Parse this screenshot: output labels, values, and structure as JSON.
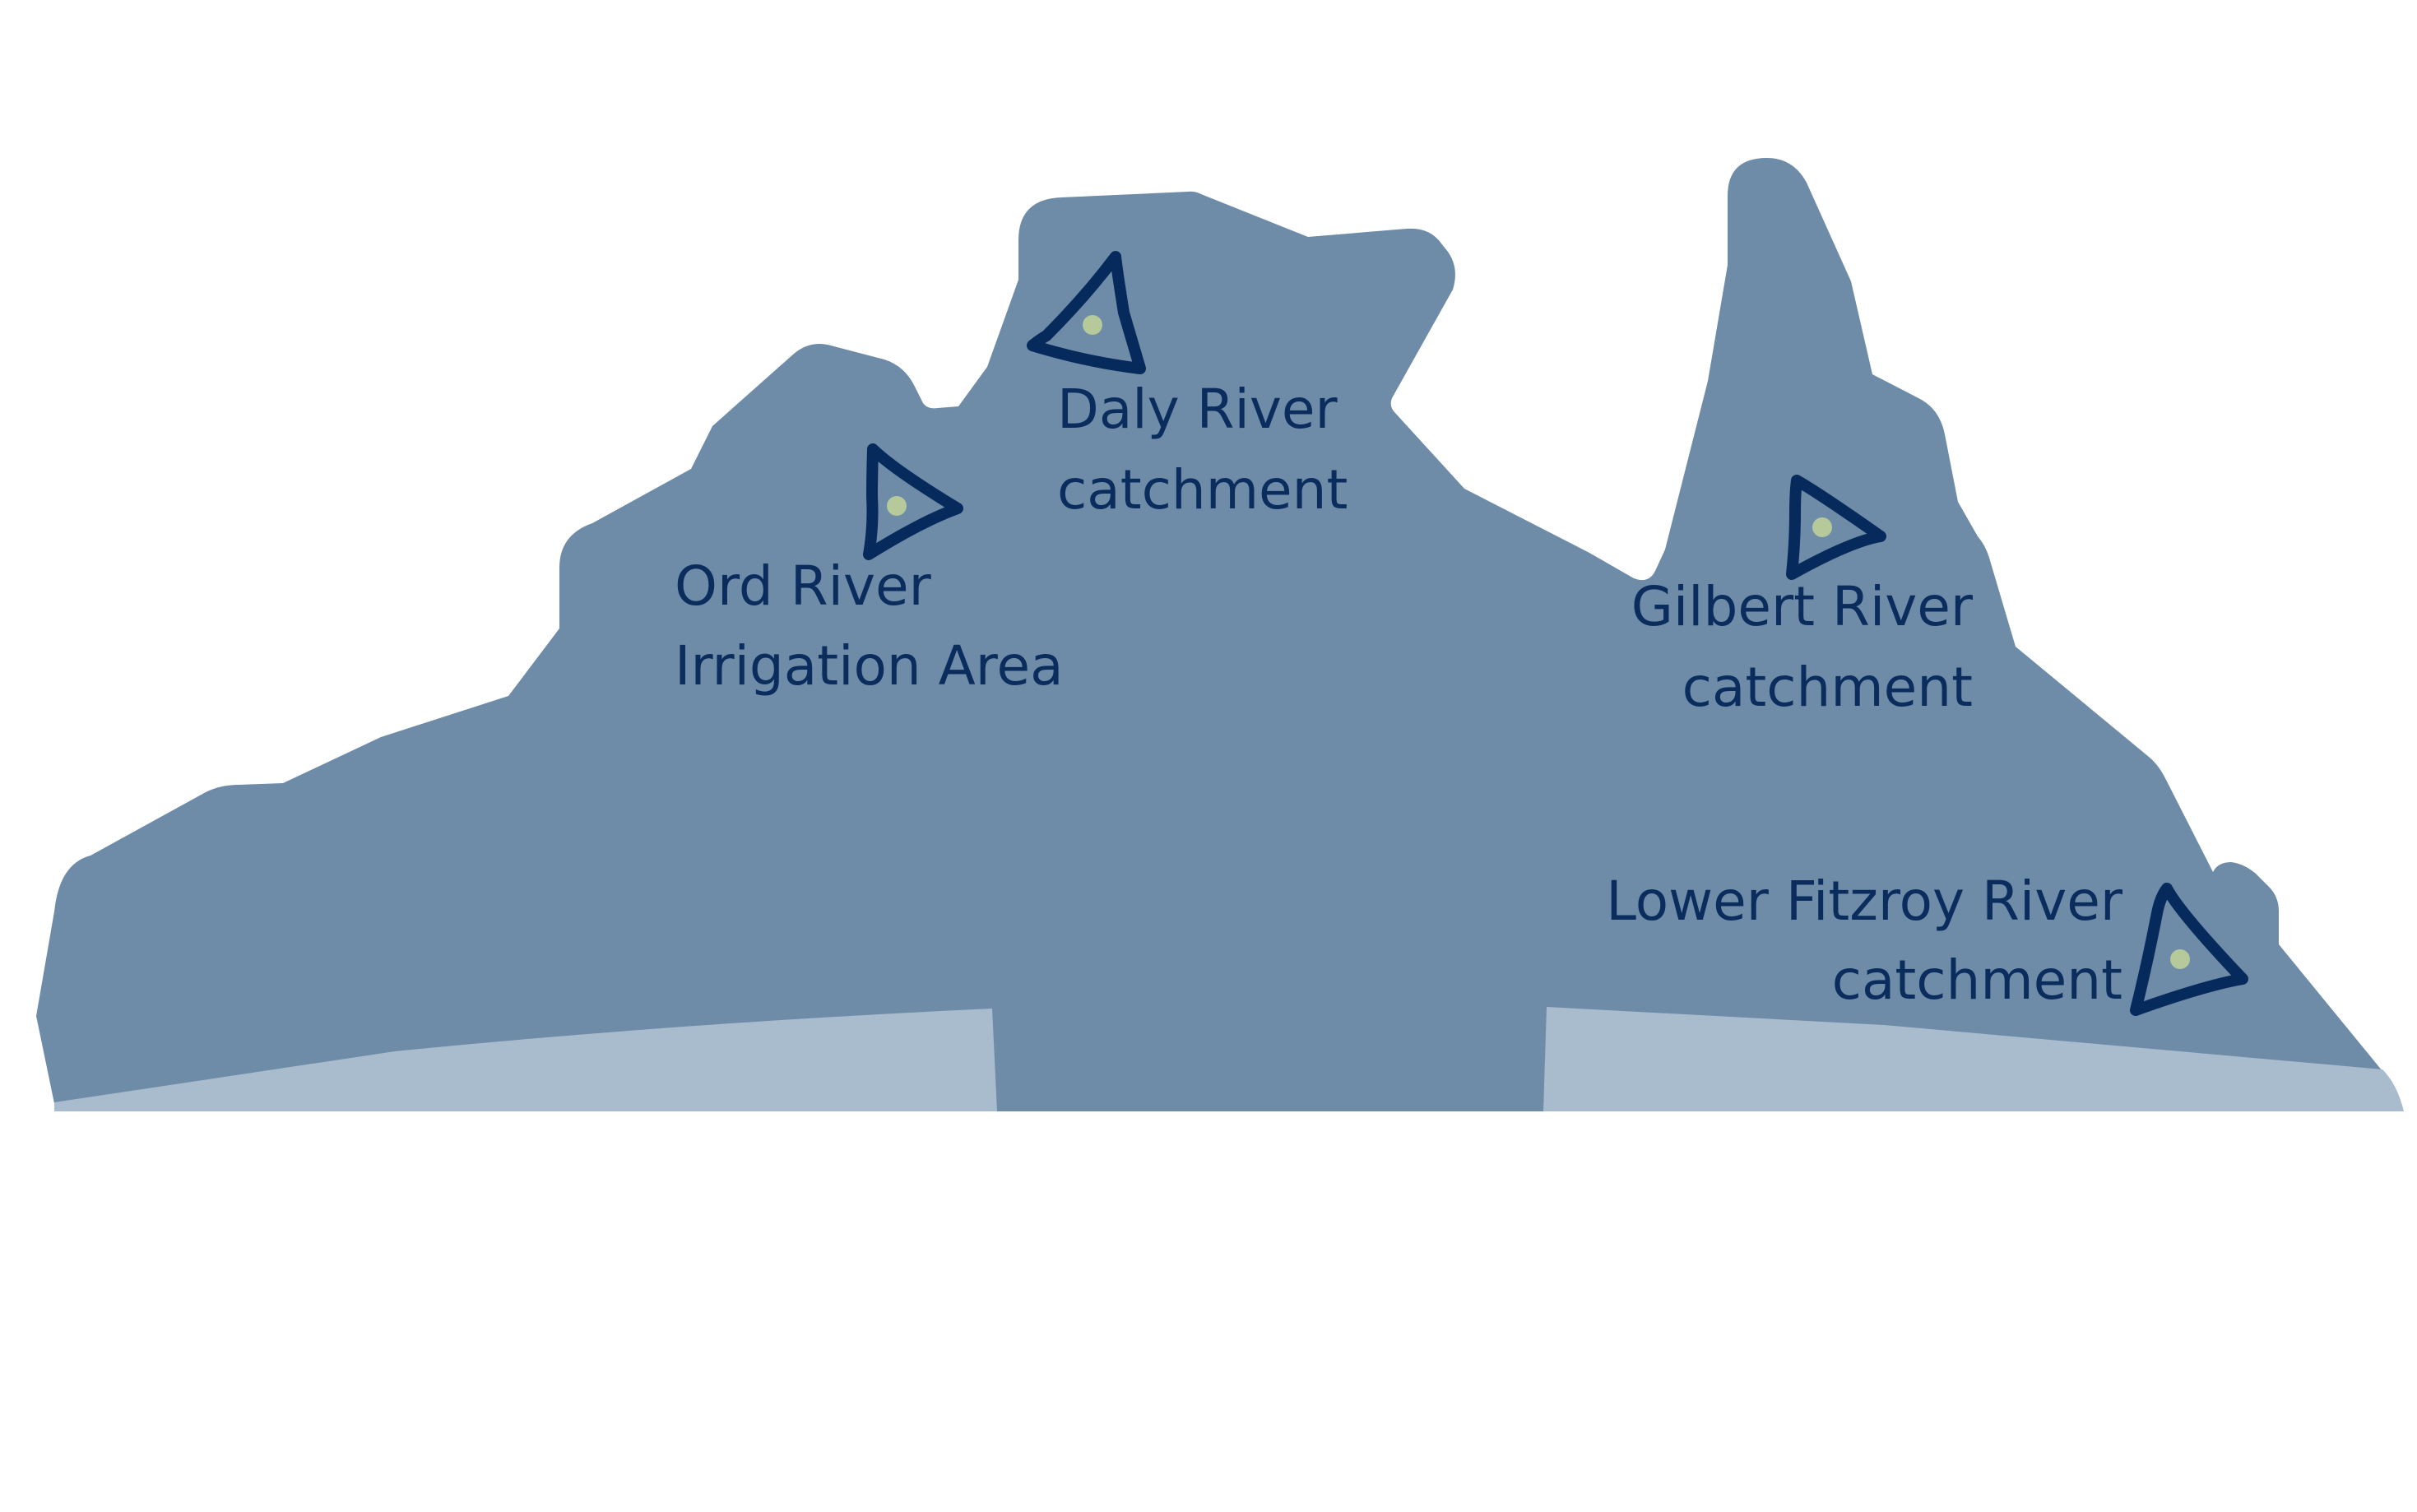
{
  "colors": {
    "landmass": "#6e8ca8",
    "foreground": "#a9bccd",
    "marker_stroke": "#072a5c",
    "marker_fill": "#6e8ca8",
    "marker_dot": "#b5c99a",
    "label_text": "#0b2d5e",
    "background": "#ffffff"
  },
  "sites": [
    {
      "id": "daly",
      "line1": "Daly River",
      "line2": "catchment",
      "icon": "triangle-marker-icon"
    },
    {
      "id": "ord",
      "line1": "Ord River",
      "line2": "Irrigation Area",
      "icon": "triangle-marker-icon"
    },
    {
      "id": "gilbert",
      "line1": "Gilbert River",
      "line2": "catchment",
      "icon": "triangle-marker-icon"
    },
    {
      "id": "fitzroy",
      "line1": "Lower Fitzroy River",
      "line2": "catchment",
      "icon": "triangle-marker-icon"
    }
  ]
}
